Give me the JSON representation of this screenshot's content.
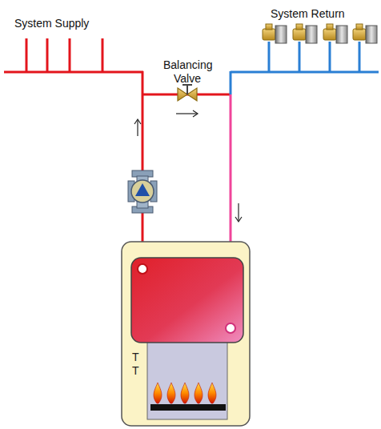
{
  "diagram": {
    "nodes": [
      {
        "text": [
          "T T"
        ]
      }
    ],
    "labels": [
      "System Supply",
      "System Return",
      "Balancing Valve"
    ]
  }
}
